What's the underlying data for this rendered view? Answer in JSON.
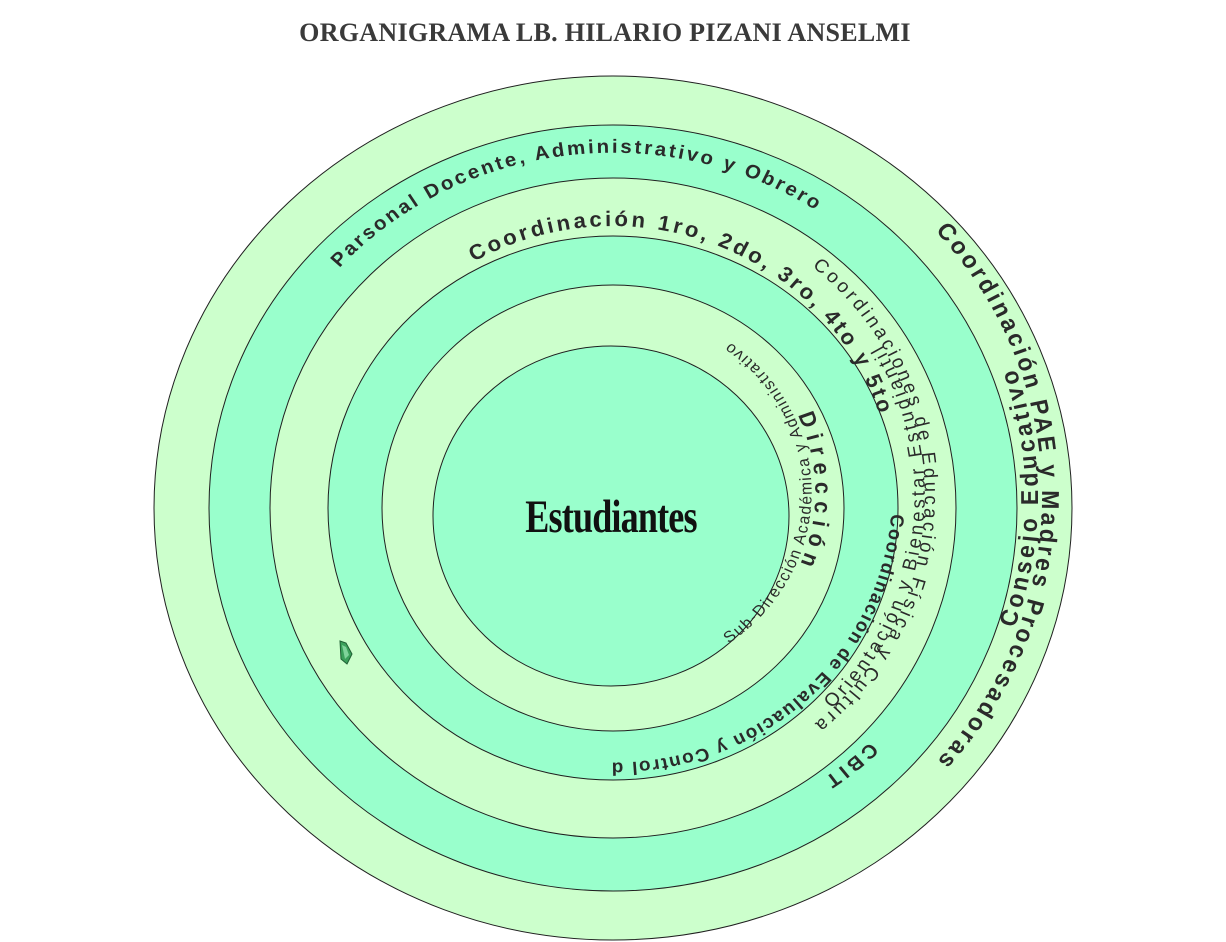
{
  "title": "ORGANIGRAMA LB. HILARIO PIZANI ANSELMI",
  "colors": {
    "light_green": "#ccffcc",
    "mint_green": "#99ffcc",
    "outline": "#1f1f1f",
    "marker": "#3aa05a"
  },
  "center": {
    "label": "Estudiantes"
  },
  "labels": {
    "coordinacion_pae": "Coordinación PAE y Madres Procesadoras",
    "consejo_educativo": "Consejo Educativo",
    "personal": "Parsonal Docente, Administrativo y Obrero",
    "cbit": "CBIT",
    "coord_ed_fisica": "Coordinaciones de Educación Física y Cultura",
    "orientacion": "Orientación y Bienestar Estudiantil",
    "coord_anios": "Coordinación 1ro, 2do, 3ro, 4to y 5to",
    "coord_evaluacion": "Coordinación de Evaluación y Control de Estudio",
    "direccion": "Dirección",
    "subdireccion": "Sub-Dirección   Académica y Administrativo"
  }
}
